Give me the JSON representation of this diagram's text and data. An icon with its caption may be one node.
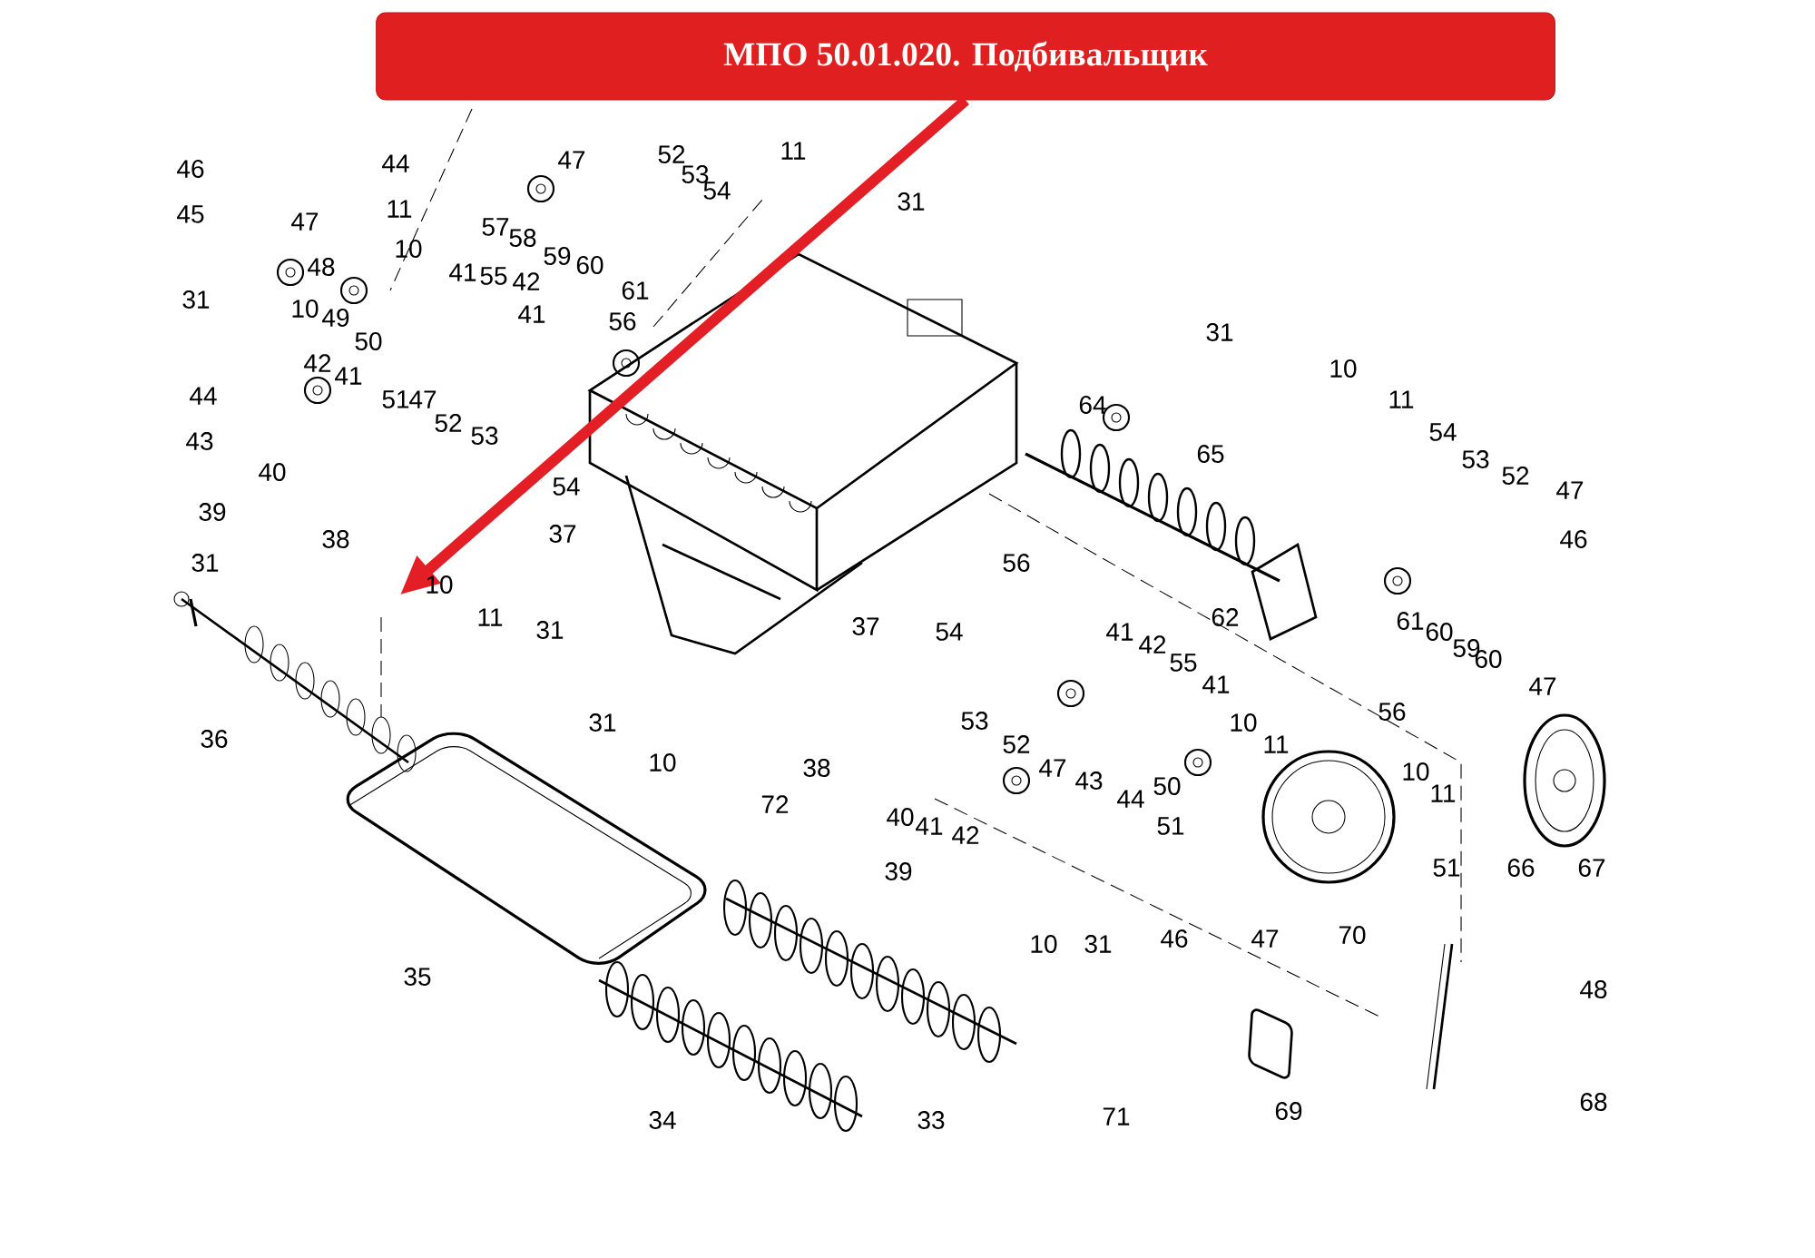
{
  "diagram": {
    "nodes": [
      {
        "text": [
          "МПО 50.01.020. Подбивальщик"
        ]
      },
      {
        "text": [],
        "shape": "picture"
      }
    ],
    "edges": [
      {
        "from": 0,
        "to": 1,
        "arrow": "to",
        "color": "#e31e24"
      }
    ],
    "labels": [
      "46",
      "44",
      "47",
      "52",
      "11",
      "53",
      "54",
      "31",
      "45",
      "11",
      "47",
      "57",
      "58",
      "10",
      "59",
      "48",
      "60",
      "41",
      "55",
      "42",
      "61",
      "31",
      "10",
      "41",
      "49",
      "56",
      "31",
      "50",
      "42",
      "10",
      "41",
      "44",
      "51",
      "47",
      "11",
      "64",
      "52",
      "54",
      "53",
      "43",
      "65",
      "53",
      "40",
      "52",
      "54",
      "47",
      "39",
      "37",
      "38",
      "46",
      "31",
      "56",
      "10",
      "62",
      "11",
      "61",
      "37",
      "31",
      "54",
      "41",
      "60",
      "42",
      "59",
      "60",
      "55",
      "41",
      "47",
      "56",
      "31",
      "53",
      "10",
      "36",
      "52",
      "11",
      "10",
      "47",
      "38",
      "10",
      "43",
      "50",
      "11",
      "44",
      "72",
      "40",
      "41",
      "51",
      "42",
      "51",
      "66",
      "67",
      "39",
      "70",
      "46",
      "47",
      "10",
      "31",
      "35",
      "48",
      "68",
      "69",
      "33",
      "71",
      "34"
    ]
  }
}
